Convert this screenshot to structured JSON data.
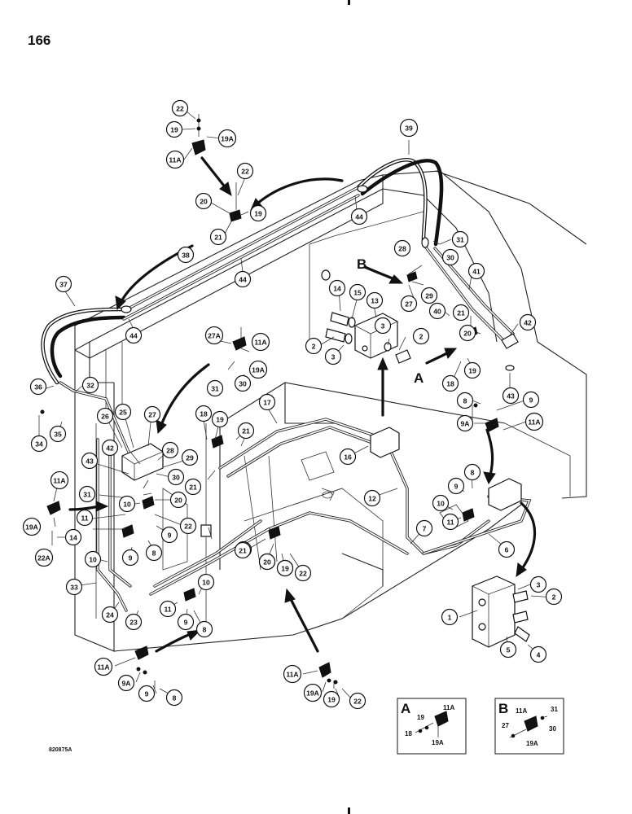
{
  "page_number": "166",
  "drawing_code": "820875A",
  "section_letters": [
    {
      "id": "A",
      "text": "A"
    },
    {
      "id": "B",
      "text": "B"
    }
  ],
  "callouts": [
    {
      "id": "c-22-top",
      "text": "22"
    },
    {
      "id": "c-19-top",
      "text": "19"
    },
    {
      "id": "c-19a-top",
      "text": "19A"
    },
    {
      "id": "c-11a-top",
      "text": "11A"
    },
    {
      "id": "c-22-b",
      "text": "22"
    },
    {
      "id": "c-20-b",
      "text": "20"
    },
    {
      "id": "c-19-b",
      "text": "19"
    },
    {
      "id": "c-21-b",
      "text": "21"
    },
    {
      "id": "c-38",
      "text": "38"
    },
    {
      "id": "c-44-mid",
      "text": "44"
    },
    {
      "id": "c-44-left",
      "text": "44"
    },
    {
      "id": "c-44-right",
      "text": "44"
    },
    {
      "id": "c-37",
      "text": "37"
    },
    {
      "id": "c-39",
      "text": "39"
    },
    {
      "id": "c-31-r",
      "text": "31"
    },
    {
      "id": "c-30-r",
      "text": "30"
    },
    {
      "id": "c-28-r",
      "text": "28"
    },
    {
      "id": "c-29-r",
      "text": "29"
    },
    {
      "id": "c-27-r",
      "text": "27"
    },
    {
      "id": "c-41",
      "text": "41"
    },
    {
      "id": "c-40",
      "text": "40"
    },
    {
      "id": "c-21-r",
      "text": "21"
    },
    {
      "id": "c-20-r",
      "text": "20"
    },
    {
      "id": "c-42-r",
      "text": "42"
    },
    {
      "id": "c-18-r",
      "text": "18"
    },
    {
      "id": "c-19-r",
      "text": "19"
    },
    {
      "id": "c-43-r",
      "text": "43"
    },
    {
      "id": "c-14-v",
      "text": "14"
    },
    {
      "id": "c-15-v",
      "text": "15"
    },
    {
      "id": "c-13-v",
      "text": "13"
    },
    {
      "id": "c-3-v1",
      "text": "3"
    },
    {
      "id": "c-2-v1",
      "text": "2"
    },
    {
      "id": "c-2-v2",
      "text": "2"
    },
    {
      "id": "c-3-v2",
      "text": "3"
    },
    {
      "id": "c-27a",
      "text": "27A"
    },
    {
      "id": "c-11a-mid",
      "text": "11A"
    },
    {
      "id": "c-19a-mid",
      "text": "19A"
    },
    {
      "id": "c-31-mid",
      "text": "31"
    },
    {
      "id": "c-30-mid",
      "text": "30"
    },
    {
      "id": "c-36",
      "text": "36"
    },
    {
      "id": "c-32",
      "text": "32"
    },
    {
      "id": "c-34",
      "text": "34"
    },
    {
      "id": "c-35",
      "text": "35"
    },
    {
      "id": "c-26",
      "text": "26"
    },
    {
      "id": "c-25",
      "text": "25"
    },
    {
      "id": "c-27-l",
      "text": "27"
    },
    {
      "id": "c-42-l",
      "text": "42"
    },
    {
      "id": "c-28-l",
      "text": "28"
    },
    {
      "id": "c-29-l",
      "text": "29"
    },
    {
      "id": "c-43-l",
      "text": "43"
    },
    {
      "id": "c-30-l",
      "text": "30"
    },
    {
      "id": "c-21-l",
      "text": "21"
    },
    {
      "id": "c-20-l",
      "text": "20"
    },
    {
      "id": "c-31-l",
      "text": "31"
    },
    {
      "id": "c-10-l",
      "text": "10"
    },
    {
      "id": "c-22-l",
      "text": "22"
    },
    {
      "id": "c-11-l",
      "text": "11"
    },
    {
      "id": "c-11a-l",
      "text": "11A"
    },
    {
      "id": "c-19a-l",
      "text": "19A"
    },
    {
      "id": "c-14-l",
      "text": "14"
    },
    {
      "id": "c-22a",
      "text": "22A"
    },
    {
      "id": "c-9-l",
      "text": "9"
    },
    {
      "id": "c-8-l",
      "text": "8"
    },
    {
      "id": "c-10-l2",
      "text": "10"
    },
    {
      "id": "c-9-l2",
      "text": "9"
    },
    {
      "id": "c-33",
      "text": "33"
    },
    {
      "id": "c-24",
      "text": "24"
    },
    {
      "id": "c-23",
      "text": "23"
    },
    {
      "id": "c-18-m",
      "text": "18"
    },
    {
      "id": "c-19-m",
      "text": "19"
    },
    {
      "id": "c-21-m",
      "text": "21"
    },
    {
      "id": "c-17",
      "text": "17"
    },
    {
      "id": "c-21-m2",
      "text": "21"
    },
    {
      "id": "c-20-m",
      "text": "20"
    },
    {
      "id": "c-19-m2",
      "text": "19"
    },
    {
      "id": "c-10-m",
      "text": "10"
    },
    {
      "id": "c-11-m",
      "text": "11"
    },
    {
      "id": "c-9-m",
      "text": "9"
    },
    {
      "id": "c-8-m",
      "text": "8"
    },
    {
      "id": "c-16",
      "text": "16"
    },
    {
      "id": "c-12",
      "text": "12"
    },
    {
      "id": "c-21-f",
      "text": "21"
    },
    {
      "id": "c-20-f",
      "text": "20"
    },
    {
      "id": "c-19-f",
      "text": "19"
    },
    {
      "id": "c-22-f",
      "text": "22"
    },
    {
      "id": "c-7",
      "text": "7"
    },
    {
      "id": "c-8-rr",
      "text": "8"
    },
    {
      "id": "c-9-rr",
      "text": "9"
    },
    {
      "id": "c-10-rr",
      "text": "10"
    },
    {
      "id": "c-11-rr",
      "text": "11"
    },
    {
      "id": "c-6",
      "text": "6"
    },
    {
      "id": "c-8-rt",
      "text": "8"
    },
    {
      "id": "c-9-rt",
      "text": "9"
    },
    {
      "id": "c-9a-rt",
      "text": "9A"
    },
    {
      "id": "c-11a-rt",
      "text": "11A"
    },
    {
      "id": "c-1",
      "text": "1"
    },
    {
      "id": "c-3-br",
      "text": "3"
    },
    {
      "id": "c-2-br",
      "text": "2"
    },
    {
      "id": "c-5",
      "text": "5"
    },
    {
      "id": "c-4",
      "text": "4"
    },
    {
      "id": "c-11a-bl",
      "text": "11A"
    },
    {
      "id": "c-9a-bl",
      "text": "9A"
    },
    {
      "id": "c-9-bl",
      "text": "9"
    },
    {
      "id": "c-8-bl",
      "text": "8"
    },
    {
      "id": "c-11a-bm",
      "text": "11A"
    },
    {
      "id": "c-19a-bm",
      "text": "19A"
    },
    {
      "id": "c-19-bm",
      "text": "19"
    },
    {
      "id": "c-22-bm",
      "text": "22"
    }
  ],
  "insets": [
    {
      "id": "inset-a",
      "letter": "A",
      "labels": [
        "19",
        "11A",
        "18",
        "19A"
      ]
    },
    {
      "id": "inset-b",
      "letter": "B",
      "labels": [
        "11A",
        "31",
        "27",
        "30",
        "19A"
      ]
    }
  ]
}
